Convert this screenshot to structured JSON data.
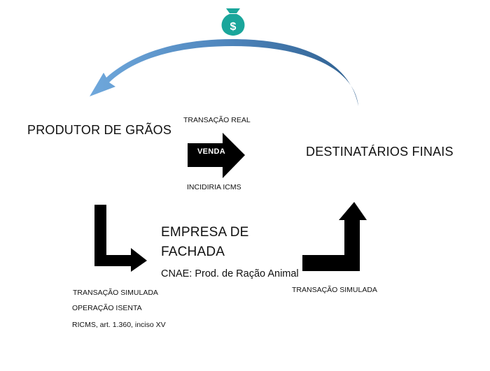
{
  "diagram": {
    "icon": "money-bag-icon",
    "icon_symbol": "$",
    "colors": {
      "money_bag": "#1aa69b",
      "curved_arrow_light": "#6fa8dc",
      "curved_arrow_dark": "#2e5f8f",
      "arrows": "#000000"
    },
    "nodes": {
      "produtor": "PRODUTOR DE GRÃOS",
      "destinatarios": "DESTINATÁRIOS FINAIS",
      "empresa_line1": "EMPRESA DE",
      "empresa_line2": "FACHADA",
      "cnae": "CNAE: Prod. de Ração Animal"
    },
    "labels": {
      "transacao_real": "TRANSAÇÃO REAL",
      "venda": "VENDA",
      "incidiria": "INCIDIRIA ICMS",
      "transacao_simulada_left": "TRANSAÇÃO SIMULADA",
      "operacao_isenta": "OPERAÇÃO ISENTA",
      "ricms": "RICMS, art. 1.360, inciso XV",
      "transacao_simulada_right": "TRANSAÇÃO SIMULADA"
    }
  }
}
